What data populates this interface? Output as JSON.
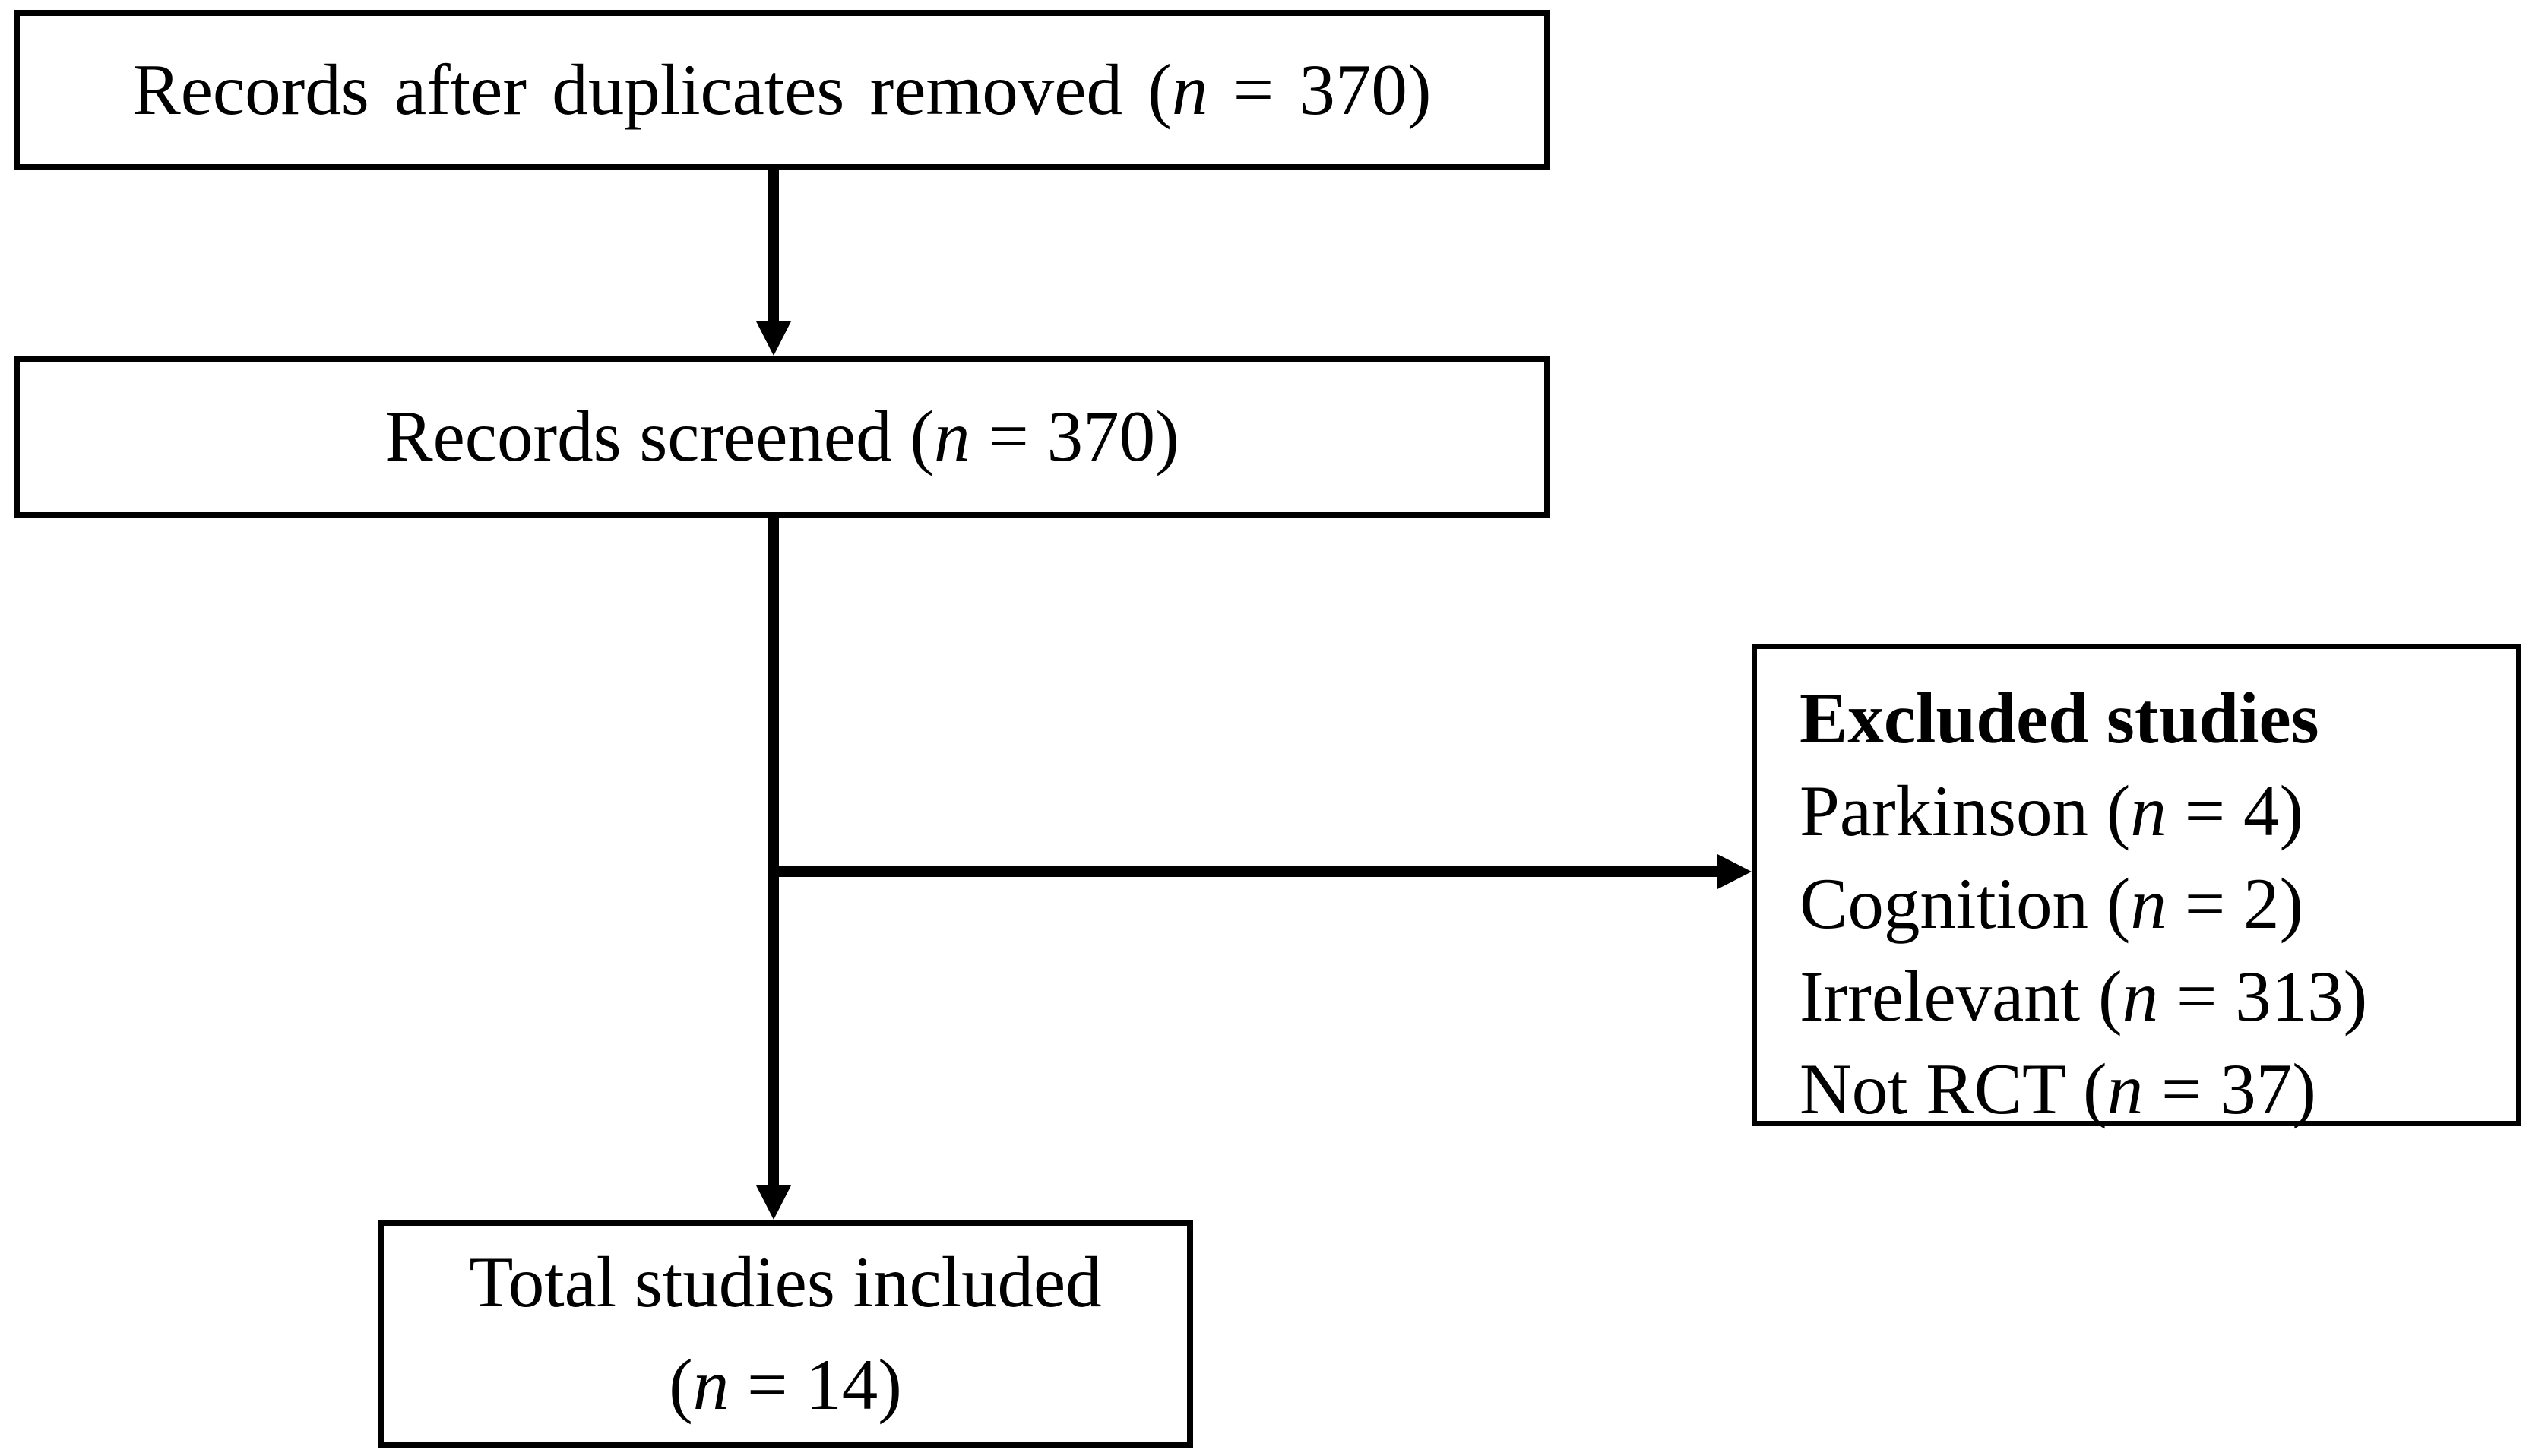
{
  "colors": {
    "background": "#ffffff",
    "line": "#000000",
    "box_fill": "#ffffff",
    "text": "#000000"
  },
  "flow": {
    "records_after_duplicates": {
      "prefix": "Records after duplicates removed (",
      "n": "n",
      "suffix": " = 370)"
    },
    "records_screened": {
      "prefix": "Records screened (",
      "n": "n",
      "suffix": " = 370)"
    },
    "excluded": {
      "title": "Excluded studies",
      "items": [
        {
          "prefix": "Parkinson (",
          "n": "n",
          "suffix": " = 4)"
        },
        {
          "prefix": "Cognition (",
          "n": "n",
          "suffix": " = 2)"
        },
        {
          "prefix": "Irrelevant (",
          "n": "n",
          "suffix": " = 313)"
        },
        {
          "prefix": "Not RCT (",
          "n": "n",
          "suffix": " = 37)"
        }
      ]
    },
    "total_included": {
      "line1": "Total studies included",
      "prefix": "(",
      "n": "n",
      "suffix": " = 14)"
    }
  }
}
